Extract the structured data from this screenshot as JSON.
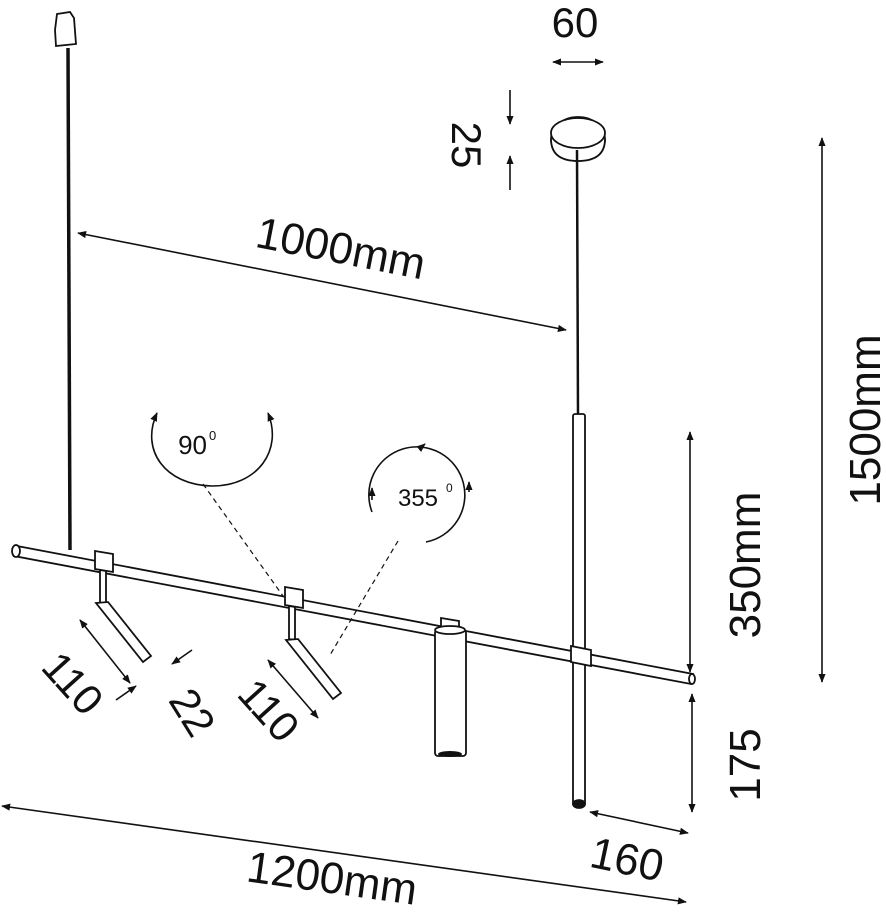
{
  "labels": {
    "top_width": "60",
    "canopy_height": "25",
    "rod_spacing": "1000mm",
    "total_height": "1500mm",
    "vertical_rod": "350mm",
    "rotation_tilt": "90",
    "rotation_tilt_unit": "0",
    "rotation_spin": "355",
    "rotation_spin_unit": "0",
    "spot_left_length": "110",
    "spot_left_diameter": "22",
    "spot_mid_length": "110",
    "bottom_drop": "175",
    "bottom_depth": "160",
    "total_length": "1200mm"
  },
  "colors": {
    "ink": "#111111",
    "paper": "#ffffff"
  }
}
